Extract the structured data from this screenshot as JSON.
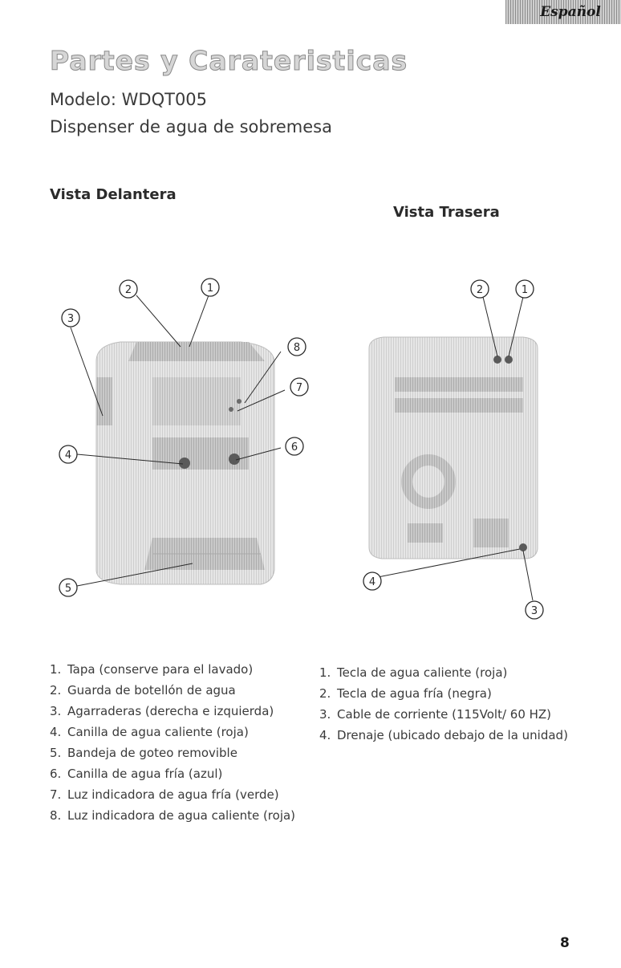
{
  "language_tab": "Español",
  "title": "Partes y Carateristicas",
  "model": "Modelo: WDQT005",
  "subtitle": "Dispenser de agua  de sobremesa",
  "front_view": {
    "heading": "Vista Delantera",
    "callouts": [
      "1",
      "2",
      "3",
      "4",
      "5",
      "6",
      "7",
      "8"
    ],
    "items": [
      {
        "num": "1.",
        "text": "Tapa (conserve para el lavado)"
      },
      {
        "num": "2.",
        "text": "Guarda de botellón de agua"
      },
      {
        "num": "3.",
        "text": "Agarraderas (derecha e izquierda)"
      },
      {
        "num": "4.",
        "text": "Canilla de agua caliente (roja)"
      },
      {
        "num": "5.",
        "text": "Bandeja de goteo removible"
      },
      {
        "num": "6.",
        "text": "Canilla de agua fría (azul)"
      },
      {
        "num": "7.",
        "text": "Luz indicadora de agua fría (verde)"
      },
      {
        "num": "8.",
        "text": "Luz indicadora de agua caliente (roja)"
      }
    ]
  },
  "rear_view": {
    "heading": "Vista Trasera",
    "callouts": [
      "1",
      "2",
      "3",
      "4"
    ],
    "items": [
      {
        "num": "1.",
        "text": "Tecla de agua caliente (roja)"
      },
      {
        "num": "2.",
        "text": "Tecla de agua fría (negra)"
      },
      {
        "num": "3.",
        "text": "Cable de corriente (115Volt/ 60 HZ)"
      },
      {
        "num": "4.",
        "text": "Drenaje (ubicado debajo de la unidad)"
      }
    ]
  },
  "page_number": "8"
}
